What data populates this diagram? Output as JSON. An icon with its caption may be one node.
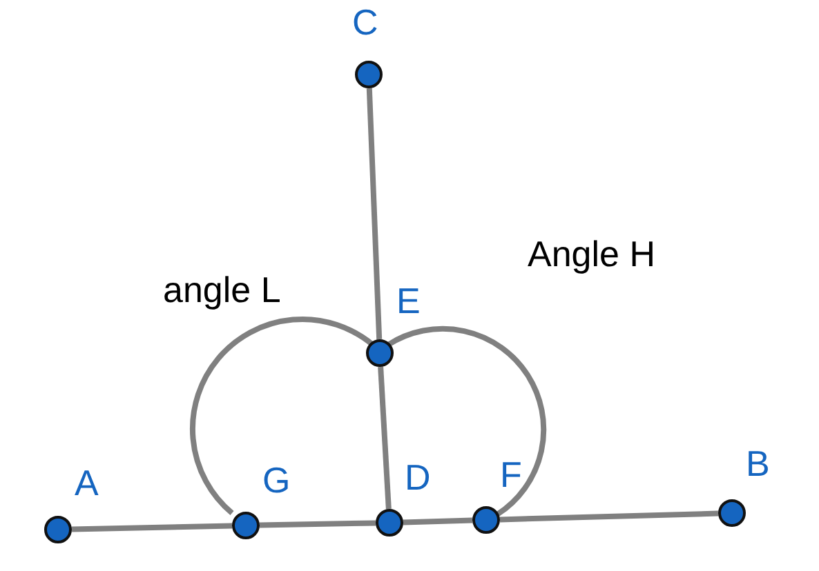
{
  "diagram": {
    "nodes": [
      {
        "text": [],
        "shape": "circle",
        "beside": [
          "A"
        ]
      },
      {
        "text": [],
        "shape": "circle",
        "beside": [
          "G"
        ]
      },
      {
        "text": [],
        "shape": "circle",
        "beside": [
          "D"
        ]
      },
      {
        "text": [],
        "shape": "circle",
        "beside": [
          "F"
        ]
      },
      {
        "text": [],
        "shape": "circle",
        "beside": [
          "B"
        ]
      },
      {
        "text": [],
        "shape": "circle",
        "beside": [
          "C"
        ]
      },
      {
        "text": [],
        "shape": "circle",
        "beside": [
          "E"
        ]
      }
    ],
    "edges": [
      {
        "from": 0,
        "to": 1,
        "arrow": "none"
      },
      {
        "from": 1,
        "to": 2,
        "arrow": "none"
      },
      {
        "from": 2,
        "to": 3,
        "arrow": "none"
      },
      {
        "from": 3,
        "to": 4,
        "arrow": "none"
      },
      {
        "from": 5,
        "to": 6,
        "arrow": "none"
      },
      {
        "from": 6,
        "to": 2,
        "arrow": "none"
      }
    ],
    "labels": [
      "angle L",
      "Angle H"
    ]
  }
}
